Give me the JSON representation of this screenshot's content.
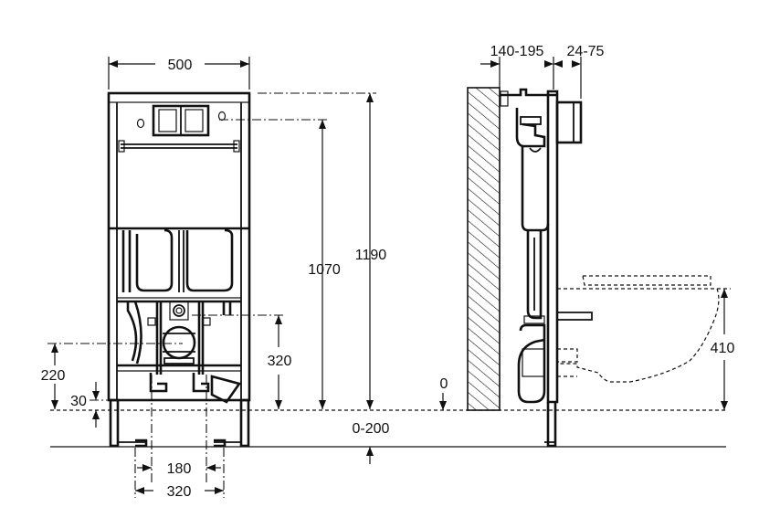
{
  "dimensions": {
    "frame_width": "500",
    "wall_gap": "140-195",
    "button_depth": "24-75",
    "outlet_height_1070": "1070",
    "total_height": "1190",
    "inlet_height": "320",
    "side_inlet_height": "220",
    "foot_height": "30",
    "floor_zero": "0",
    "floor_adjust": "0-200",
    "bowl_height": "410",
    "bolt_spacing_inner": "180",
    "bolt_spacing_outer": "320"
  },
  "colors": {
    "line": "#111111",
    "background": "#ffffff"
  }
}
